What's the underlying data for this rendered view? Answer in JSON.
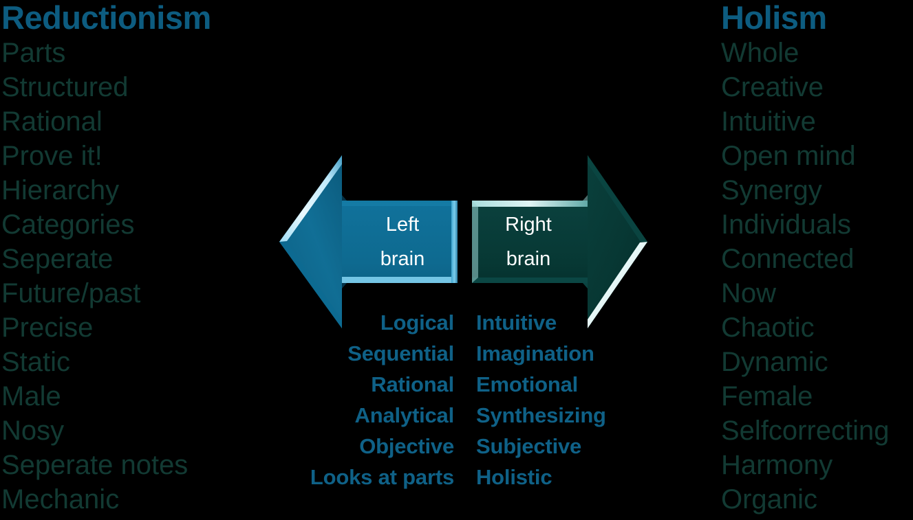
{
  "colors": {
    "background": "#000000",
    "title_accent": "#0d5c80",
    "side_list_text": "#123a33",
    "trait_text": "#0f6187",
    "arrow_caption_text": "#ffffff",
    "left_arrow_fill": "#0e6b92",
    "left_arrow_fill_dark": "#0a4f6e",
    "left_arrow_highlight": "#cfeffb",
    "right_arrow_fill": "#073a36",
    "right_arrow_fill_dark": "#042523",
    "right_arrow_highlight": "#e6f6f6"
  },
  "left_column": {
    "title": "Reductionism",
    "items": [
      "Parts",
      "Structured",
      "Rational",
      "Prove it!",
      "Hierarchy",
      "Categories",
      "Seperate",
      "Future/past",
      "Precise",
      "Static",
      "Male",
      "Nosy",
      "Seperate notes",
      "Mechanic"
    ]
  },
  "right_column": {
    "title": "Holism",
    "items": [
      "Whole",
      "Creative",
      "Intuitive",
      "Open mind",
      "Synergy",
      "Individuals",
      "Connected",
      "Now",
      "Chaotic",
      "Dynamic",
      "Female",
      "Selfcorrecting",
      "Harmony",
      "Organic"
    ]
  },
  "arrows": {
    "left": {
      "caption_line1": "Left",
      "caption_line2": "brain",
      "direction": "left"
    },
    "right": {
      "caption_line1": "Right",
      "caption_line2": "brain",
      "direction": "right"
    }
  },
  "traits": {
    "left": [
      "Logical",
      "Sequential",
      "Rational",
      "Analytical",
      "Objective",
      "Looks at parts"
    ],
    "right": [
      "Intuitive",
      "Imagination",
      "Emotional",
      "Synthesizing",
      "Subjective",
      "Holistic"
    ]
  }
}
